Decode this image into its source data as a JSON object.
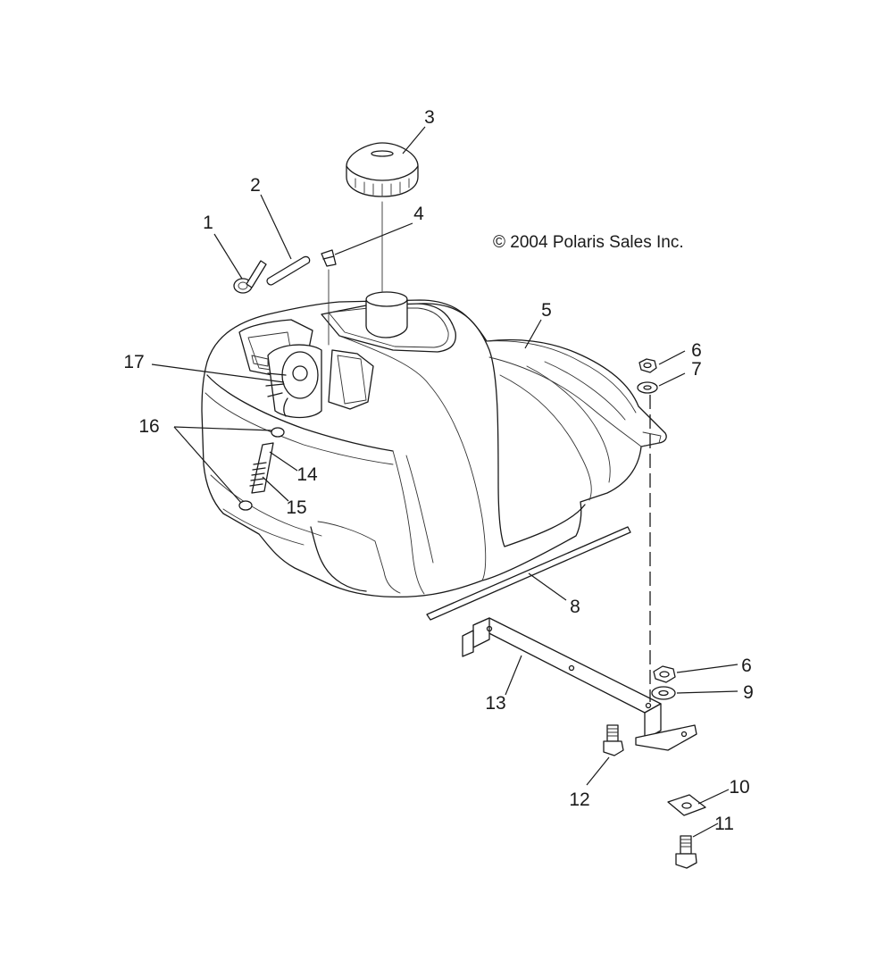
{
  "copyright": "© 2004 Polaris Sales Inc.",
  "callouts": [
    {
      "id": "1",
      "part": "hose-clamp"
    },
    {
      "id": "2",
      "part": "vent-hose"
    },
    {
      "id": "3",
      "part": "fuel-cap"
    },
    {
      "id": "4",
      "part": "vent-fitting"
    },
    {
      "id": "5",
      "part": "fuel-tank"
    },
    {
      "id": "6",
      "part": "nut-upper"
    },
    {
      "id": "7",
      "part": "washer-upper"
    },
    {
      "id": "17",
      "part": "fuel-pump-assembly"
    },
    {
      "id": "16",
      "part": "hose-clamps"
    },
    {
      "id": "14",
      "part": "fuel-line"
    },
    {
      "id": "15",
      "part": "spring"
    },
    {
      "id": "8",
      "part": "pad-strip"
    },
    {
      "id": "6",
      "part": "nut-lower"
    },
    {
      "id": "9",
      "part": "washer-lower"
    },
    {
      "id": "13",
      "part": "mounting-bracket"
    },
    {
      "id": "12",
      "part": "bolt-bracket"
    },
    {
      "id": "10",
      "part": "plate-washer"
    },
    {
      "id": "11",
      "part": "bolt-lower"
    }
  ]
}
